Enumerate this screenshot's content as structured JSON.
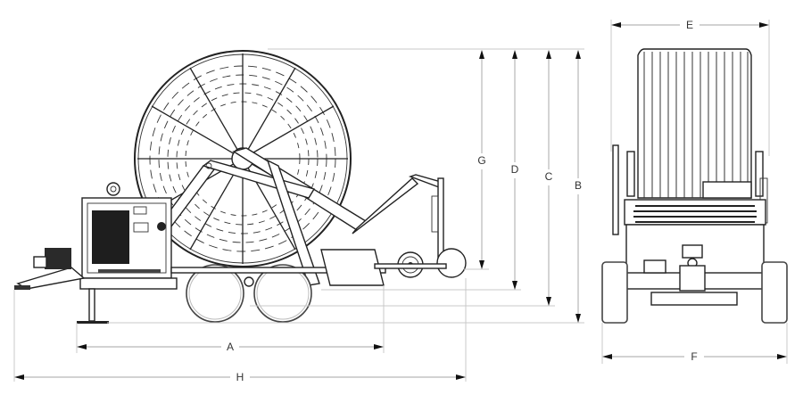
{
  "drawing": {
    "type": "technical dimension drawing",
    "views": [
      {
        "name": "side-view",
        "label": "Side elevation of hose reel irrigator"
      },
      {
        "name": "rear-view",
        "label": "Rear elevation of hose reel irrigator"
      }
    ]
  },
  "dimensions": {
    "A": {
      "label": "A",
      "orientation": "horizontal",
      "view": "side",
      "description": "jack stand to turret axis"
    },
    "H": {
      "label": "H",
      "orientation": "horizontal",
      "view": "side",
      "description": "overall length"
    },
    "G": {
      "label": "G",
      "orientation": "vertical",
      "view": "side",
      "description": "reel top to turret wheel base"
    },
    "D": {
      "label": "D",
      "orientation": "vertical",
      "view": "side",
      "description": "reel top to drag frame"
    },
    "C": {
      "label": "C",
      "orientation": "vertical",
      "view": "side",
      "description": "reel top to tire base"
    },
    "B": {
      "label": "B",
      "orientation": "vertical",
      "view": "side",
      "description": "overall height"
    },
    "E": {
      "label": "E",
      "orientation": "horizontal",
      "view": "rear",
      "description": "reel width"
    },
    "F": {
      "label": "F",
      "orientation": "horizontal",
      "view": "rear",
      "description": "overall track width"
    }
  },
  "colors": {
    "ink": "#222222",
    "dimension_line": "#b8b8b8",
    "background": "#ffffff"
  }
}
